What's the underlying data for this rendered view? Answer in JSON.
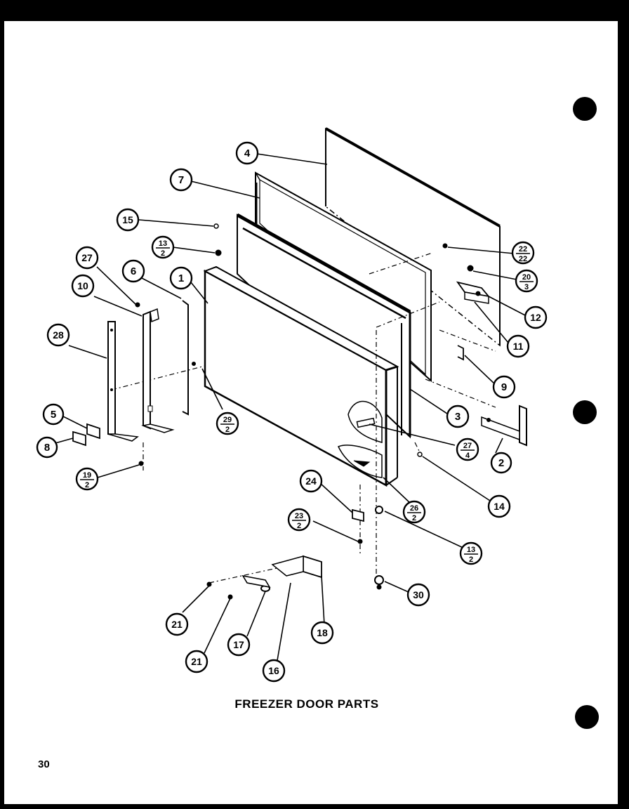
{
  "title": "FREEZER DOOR PARTS",
  "page_number": "30",
  "colors": {
    "ink": "#000000",
    "paper": "#ffffff"
  },
  "callouts": [
    {
      "id": "c4",
      "top": "4"
    },
    {
      "id": "c7",
      "top": "7"
    },
    {
      "id": "c15",
      "top": "15"
    },
    {
      "id": "c13a",
      "top": "13",
      "bottom": "2"
    },
    {
      "id": "c27",
      "top": "27"
    },
    {
      "id": "c6",
      "top": "6"
    },
    {
      "id": "c1",
      "top": "1"
    },
    {
      "id": "c10",
      "top": "10"
    },
    {
      "id": "c28",
      "top": "28"
    },
    {
      "id": "c22",
      "top": "22",
      "bottom": "22"
    },
    {
      "id": "c20",
      "top": "20",
      "bottom": "3"
    },
    {
      "id": "c12",
      "top": "12"
    },
    {
      "id": "c11",
      "top": "11"
    },
    {
      "id": "c9",
      "top": "9"
    },
    {
      "id": "c3",
      "top": "3"
    },
    {
      "id": "c29",
      "top": "29",
      "bottom": "2"
    },
    {
      "id": "c5",
      "top": "5"
    },
    {
      "id": "c8",
      "top": "8"
    },
    {
      "id": "c19",
      "top": "19",
      "bottom": "2"
    },
    {
      "id": "c27b",
      "top": "27",
      "bottom": "4"
    },
    {
      "id": "c2",
      "top": "2"
    },
    {
      "id": "c24",
      "top": "24"
    },
    {
      "id": "c26",
      "top": "26",
      "bottom": "2"
    },
    {
      "id": "c14",
      "top": "14"
    },
    {
      "id": "c23",
      "top": "23",
      "bottom": "2"
    },
    {
      "id": "c13b",
      "top": "13",
      "bottom": "2"
    },
    {
      "id": "c30",
      "top": "30"
    },
    {
      "id": "c21a",
      "top": "21"
    },
    {
      "id": "c17",
      "top": "17"
    },
    {
      "id": "c16",
      "top": "16"
    },
    {
      "id": "c18",
      "top": "18"
    },
    {
      "id": "c21b",
      "top": "21"
    }
  ]
}
